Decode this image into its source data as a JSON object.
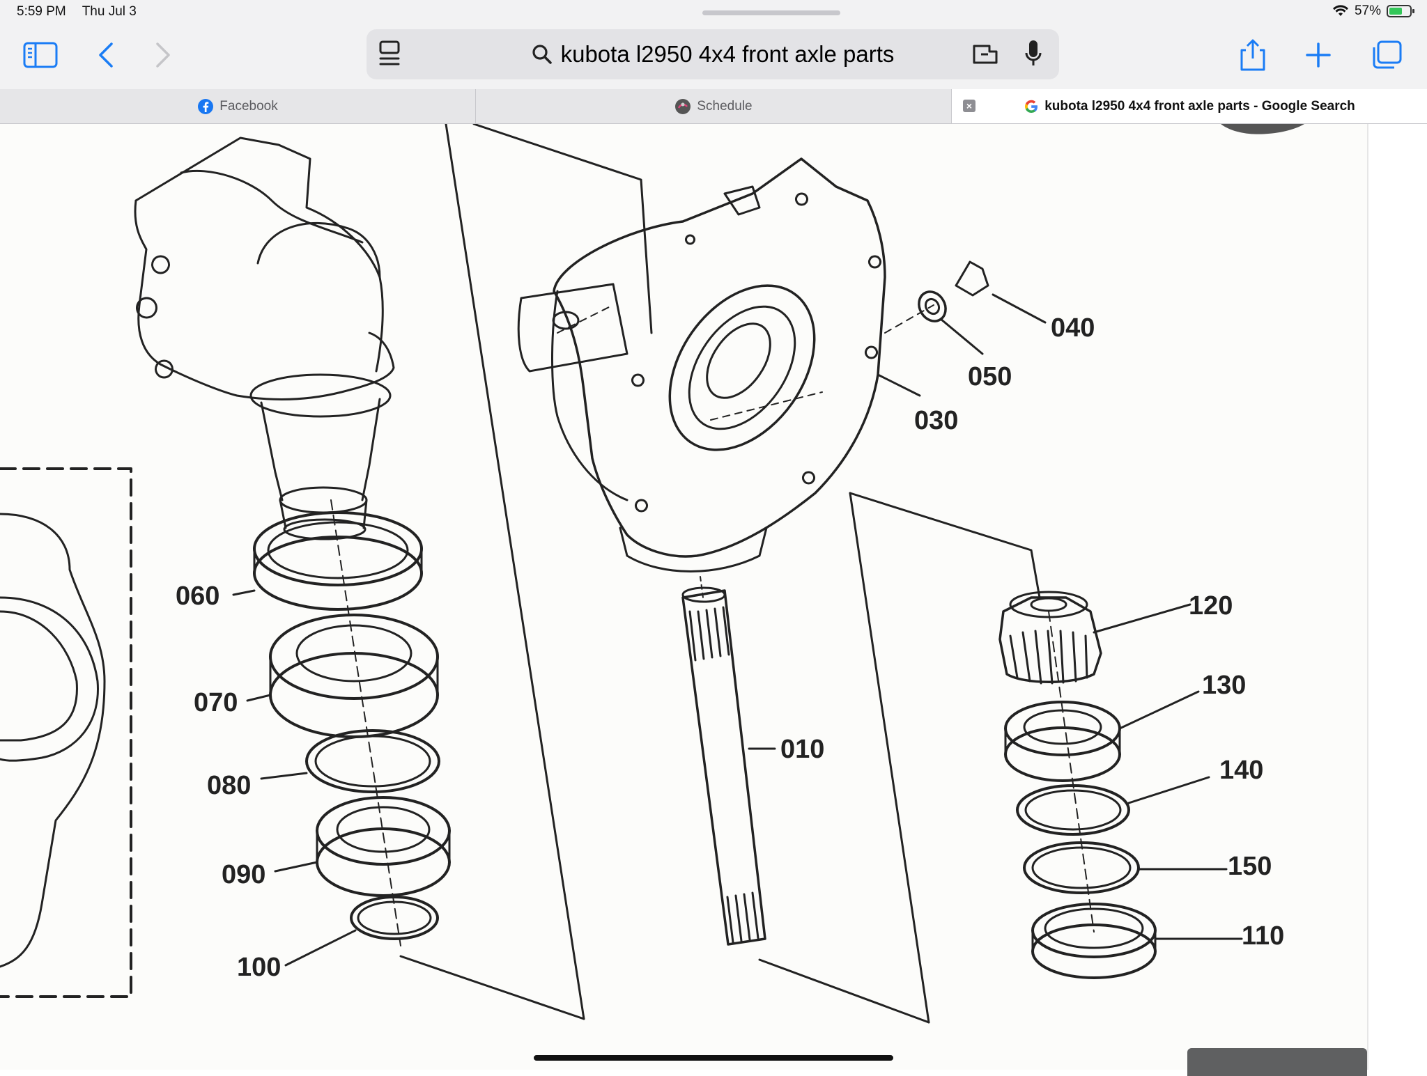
{
  "status_bar": {
    "time": "5:59 PM",
    "date": "Thu Jul 3",
    "battery": "57%",
    "battery_level": 0.57
  },
  "toolbar": {
    "search_query": "kubota l2950 4x4 front axle parts"
  },
  "tabs": [
    {
      "label": "Facebook",
      "icon": "facebook-icon"
    },
    {
      "label": "Schedule",
      "icon": "site-icon"
    },
    {
      "label": "kubota l2950 4x4 front axle parts - Google Search",
      "icon": "google-icon",
      "active": true
    }
  ],
  "diagram": {
    "part_labels": [
      "040",
      "050",
      "030",
      "060",
      "070",
      "080",
      "090",
      "100",
      "010",
      "120",
      "130",
      "140",
      "150",
      "110"
    ]
  },
  "colors": {
    "accent": "#1a7cf5",
    "line": "#222222"
  }
}
